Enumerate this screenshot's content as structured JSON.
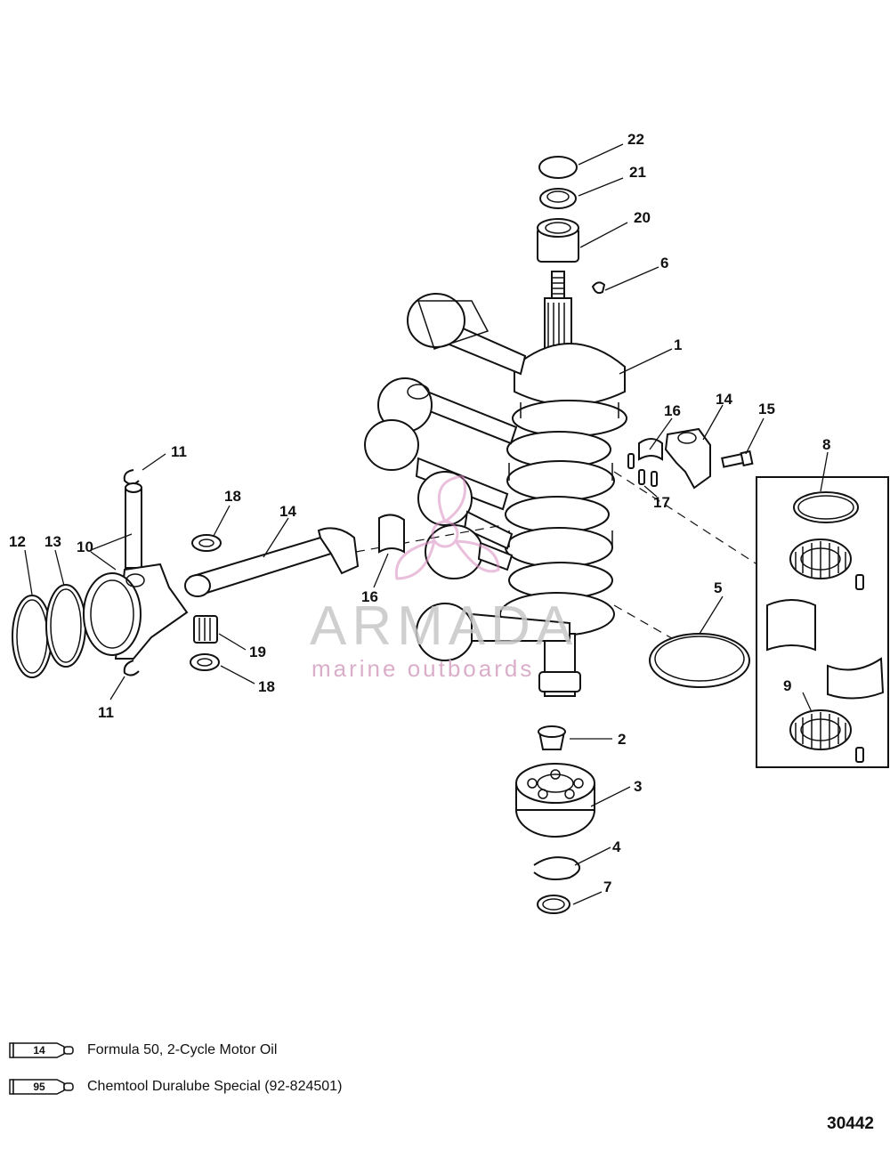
{
  "callouts": {
    "c22": "22",
    "c21": "21",
    "c20": "20",
    "c6": "6",
    "c1": "1",
    "c16a": "16",
    "c14a": "14",
    "c15": "15",
    "c8": "8",
    "c17": "17",
    "c11a": "11",
    "c18a": "18",
    "c14b": "14",
    "c12": "12",
    "c13": "13",
    "c10": "10",
    "c16b": "16",
    "c5": "5",
    "c19": "19",
    "c18b": "18",
    "c11b": "11",
    "c9": "9",
    "c2": "2",
    "c3": "3",
    "c4": "4",
    "c7": "7"
  },
  "watermark": {
    "title": "ARMADA",
    "subtitle": "marine outboards"
  },
  "legend": [
    {
      "code": "14",
      "text": "Formula 50, 2-Cycle Motor Oil"
    },
    {
      "code": "95",
      "text": "Chemtool Duralube Special (92-824501)"
    }
  ],
  "figure_id": "30442"
}
